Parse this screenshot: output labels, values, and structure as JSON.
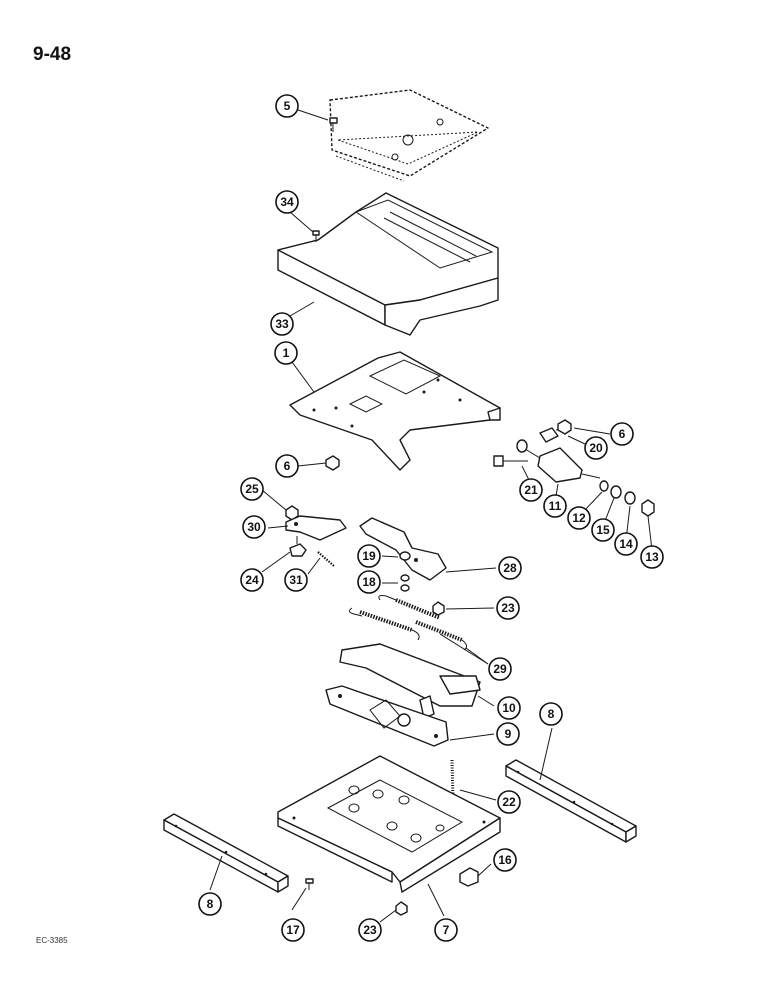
{
  "page": {
    "number": "9-48",
    "figure_code": "EC-3385"
  },
  "callouts": {
    "c5": "5",
    "c34": "34",
    "c33": "33",
    "c1": "1",
    "c6a": "6",
    "c20": "20",
    "c6b": "6",
    "c21": "21",
    "c11": "11",
    "c12": "12",
    "c15": "15",
    "c14": "14",
    "c13": "13",
    "c25": "25",
    "c30": "30",
    "c24": "24",
    "c31": "31",
    "c19": "19",
    "c18": "18",
    "c28": "28",
    "c23a": "23",
    "c29": "29",
    "c10": "10",
    "c9": "9",
    "c8a": "8",
    "c22": "22",
    "c16": "16",
    "c8b": "8",
    "c17": "17",
    "c23b": "23",
    "c7": "7"
  },
  "colors": {
    "ink": "#1a1a1a",
    "paper": "#ffffff"
  }
}
